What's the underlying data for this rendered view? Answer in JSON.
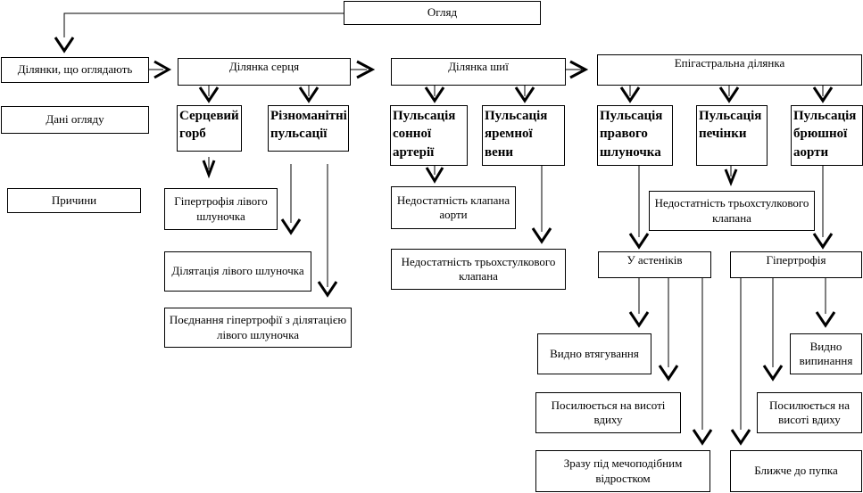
{
  "nodes": {
    "ohliad": "Огляд",
    "dilianky": "Ділянки, що оглядають",
    "dani": "Дані огляду",
    "prychyny": "Причини",
    "sertse": "Ділянка серця",
    "shyia": "Ділянка шиї",
    "epihastr": "Епігастральна ділянка",
    "horb": "Серцевий горб",
    "riznom": "Різноманітні пульсації",
    "sonna": "Пульсація сонної артерії",
    "yaremna": "Пульсація яремної вени",
    "pravoho": "Пульсація правого шлуночка",
    "pechinky": "Пульсація печінки",
    "cherevnoi": "Пульсація брюшної аорти",
    "hipertrofia_livoho": "Гіпертрофія лівого шлуночка",
    "dylatatsia": "Ділятація лівого шлуночка",
    "poednannia": "Поєднання гіпертрофії з ділятацією лівого шлуночка",
    "ned_aorty": "Недостатність клапана аорти",
    "ned_tryokh_1": "Недостатність трьохстулкового клапана",
    "ned_tryokh_2": "Недостатність трьохстулкового клапана",
    "astenikiv": "У астеніків",
    "hipertrofia": "Гіпертрофія",
    "vtiahuvannia": "Видно втягування",
    "posyl_1": "Посилюється на висоті вдиху",
    "zrazu": "Зразу під мечоподібним відростком",
    "vypynannia": "Видно випинання",
    "posyl_2": "Посилюється на висоті вдиху",
    "blyzhche": "Ближче до пупка"
  }
}
